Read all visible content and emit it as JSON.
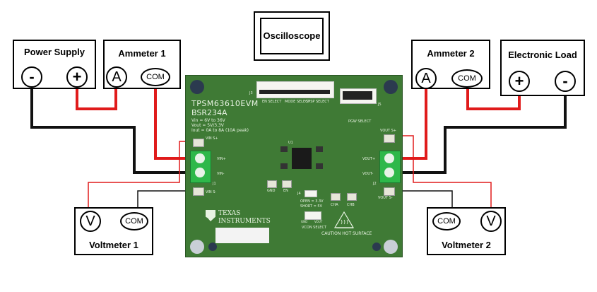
{
  "diagram": {
    "oscilloscope": {
      "title": "Oscilloscope"
    },
    "power_supply": {
      "title": "Power Supply",
      "neg": "-",
      "pos": "+"
    },
    "ammeter1": {
      "title": "Ammeter 1",
      "a": "A",
      "com": "COM"
    },
    "ammeter2": {
      "title": "Ammeter 2",
      "a": "A",
      "com": "COM"
    },
    "eload": {
      "title": "Electronic Load",
      "pos": "+",
      "neg": "-"
    },
    "voltmeter1": {
      "title": "Voltmeter 1",
      "v": "V",
      "com": "COM"
    },
    "voltmeter2": {
      "title": "Voltmeter 2",
      "v": "V",
      "com": "COM"
    },
    "board": {
      "part": "TPSM63610EVM",
      "rev": "BSR234A",
      "spec_vin": "Vin = 6V to 36V",
      "spec_vout": "Vout = 5V/3.3V",
      "spec_iout": "Iout = 0A to 8A (10A peak)",
      "en_select": "EN SELECT",
      "mode_select": "MODE SELECT",
      "spsp_select": "SPSP SELECT",
      "pgw_select": "PGW SELECT",
      "vin_s_plus": "VIN S+",
      "vin_plus": "VIN+",
      "vin_minus": "VIN-",
      "vin_s_minus": "VIN S-",
      "vout_s_plus": "VOUT S+",
      "vout_plus": "VOUT+",
      "vout_minus": "VOUT-",
      "vout_s_minus": "VOUT S-",
      "j1": "J1",
      "j2": "J2",
      "j3": "J3",
      "j4": "J4",
      "j5": "J5",
      "u1": "U1",
      "cha": "CHA",
      "chb": "CHB",
      "gnd": "GND",
      "en": "EN",
      "open_label": "OPEN = 3.3V",
      "short_label": "SHORT = 5V",
      "vcon_select": "VCON SELECT",
      "vcon_gnd": "GND",
      "vcon_vout": "VOUT",
      "ti_line1": "TEXAS",
      "ti_line2": "INSTRUMENTS",
      "caution": "CAUTION HOT SURFACE"
    },
    "colors": {
      "board": "#3f7a35",
      "red_wire": "#e01b1b",
      "black_wire": "#111111"
    }
  }
}
